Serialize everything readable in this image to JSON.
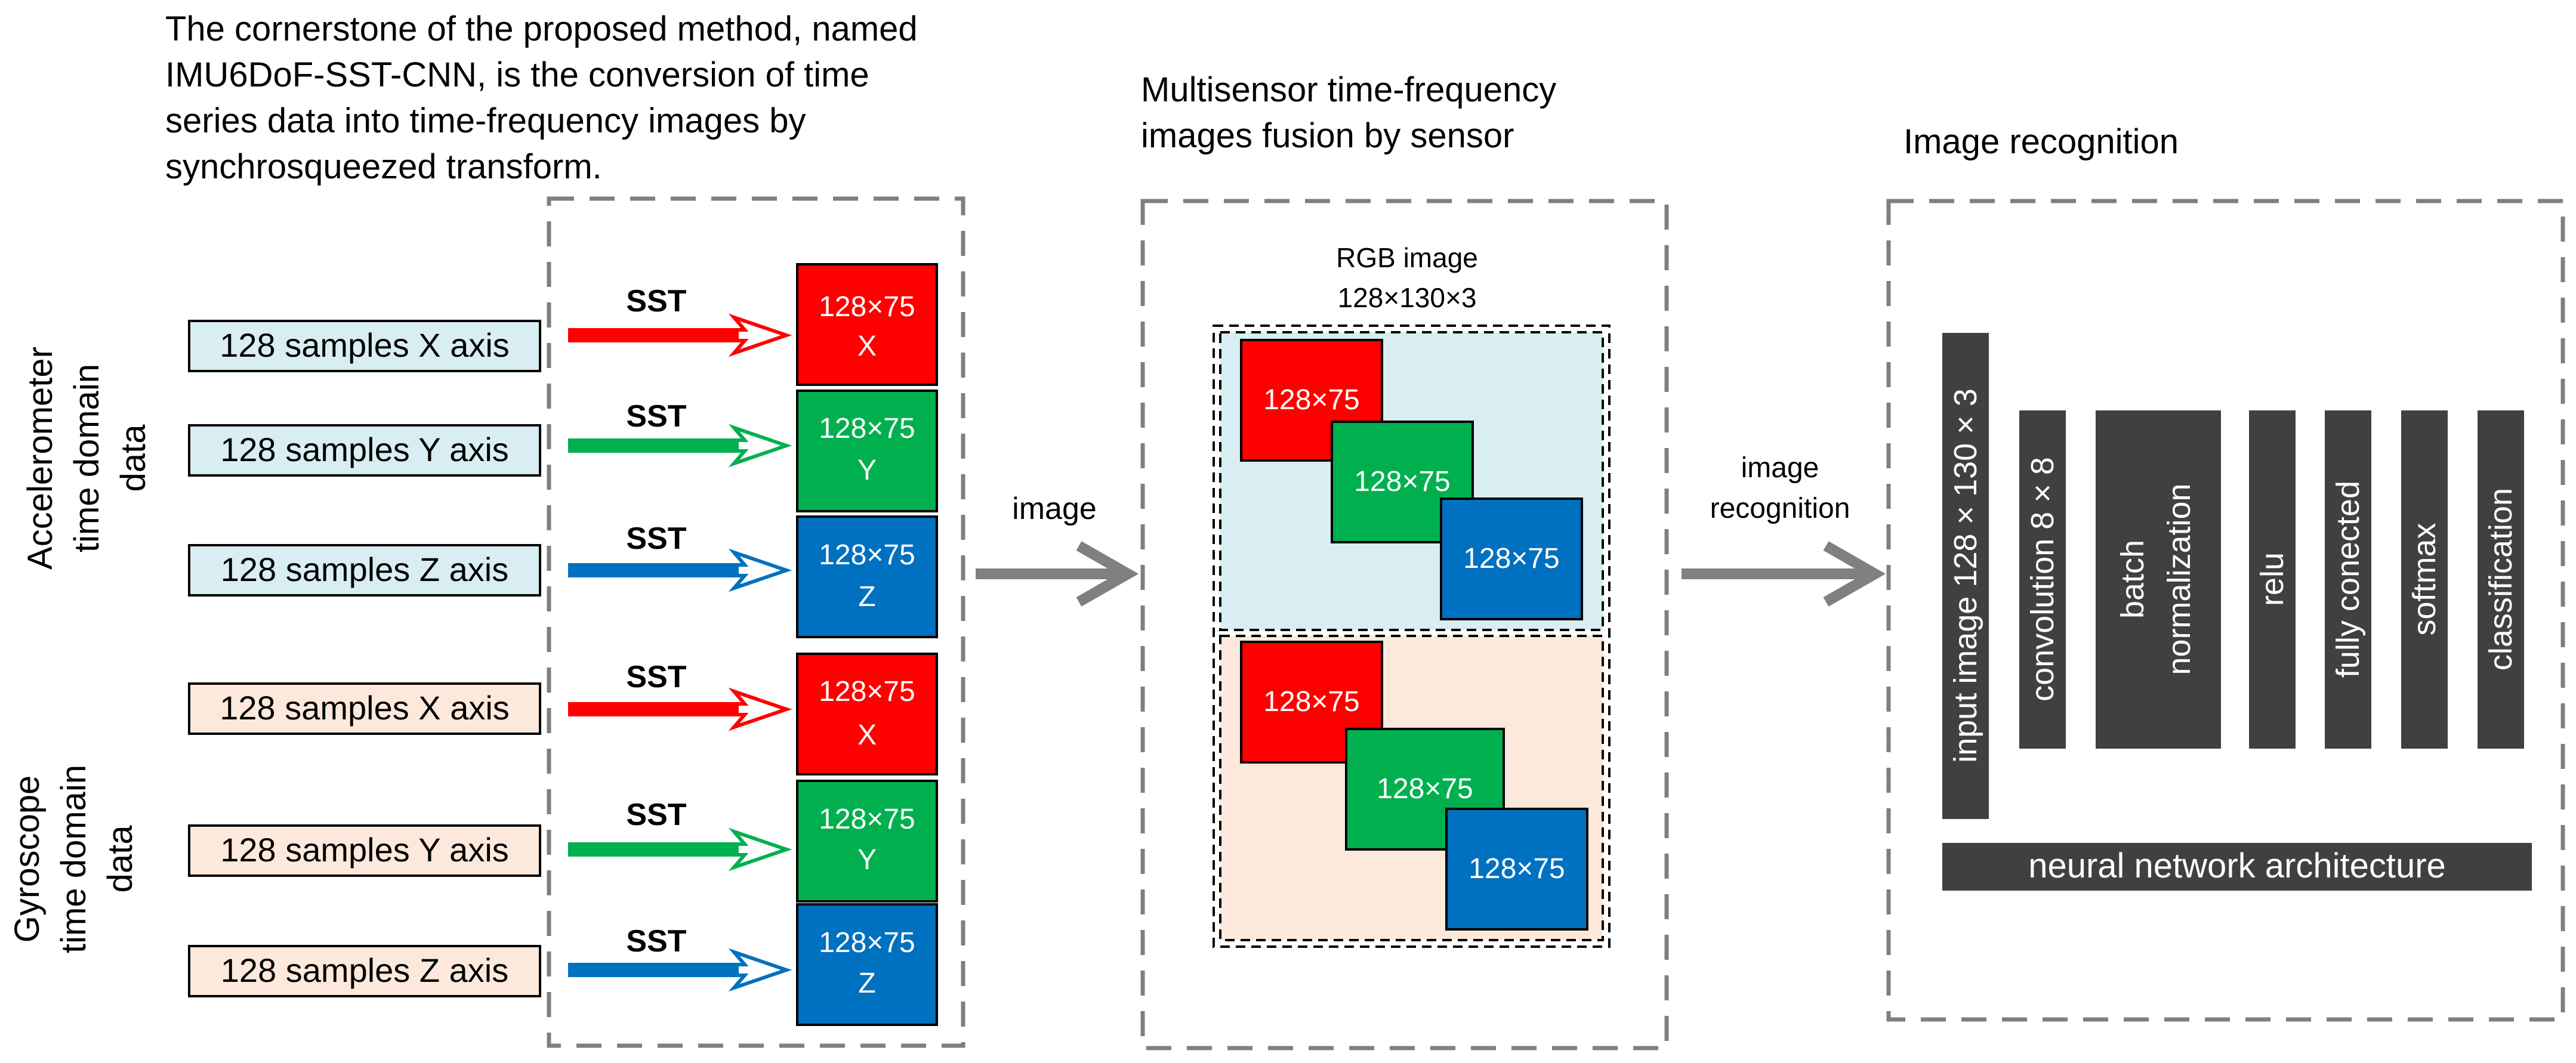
{
  "intro_text": {
    "lines": [
      "The cornerstone of the proposed method, named",
      "IMU6DoF-SST-CNN, is the conversion of time",
      "series data into time-frequency images by",
      "synchrosqueezed transform."
    ]
  },
  "fusion_title": {
    "lines": [
      "Multisensor time-frequency",
      "images fusion by sensor"
    ]
  },
  "recognition_title": "Image recognition",
  "accelerometer": {
    "label_lines": [
      "Accelerometer",
      "time domain",
      "data"
    ],
    "color": "#D9EEF2",
    "inputs": [
      "128 samples X axis",
      "128 samples Y axis",
      "128 samples Z axis"
    ]
  },
  "gyroscope": {
    "label_lines": [
      "Gyroscope",
      "time domain",
      "data"
    ],
    "color": "#FCE9DC",
    "inputs": [
      "128 samples X axis",
      "128 samples Y axis",
      "128 samples Z axis"
    ]
  },
  "sst_label": "SST",
  "tf_images": [
    {
      "size": "128×75",
      "axis": "X",
      "color": "#FF0000"
    },
    {
      "size": "128×75",
      "axis": "Y",
      "color": "#00B04F"
    },
    {
      "size": "128×75",
      "axis": "Z",
      "color": "#0070C0"
    }
  ],
  "arrow_colors": [
    "#FF0000",
    "#00B04F",
    "#0070C0"
  ],
  "image_label": "image",
  "rgb_image": {
    "title": "RGB image",
    "size": "128×130×3"
  },
  "fused_tile_label": "128×75",
  "recognition_arrow_lines": [
    "image",
    "recognition"
  ],
  "network": {
    "layers": [
      "input image 128 × 130 × 3",
      "convolution 8 × 8",
      "batch",
      "normalization",
      "relu",
      "fully conected",
      "softmax",
      "classification"
    ],
    "caption": "neural network architecture",
    "layer_color": "#404040"
  }
}
